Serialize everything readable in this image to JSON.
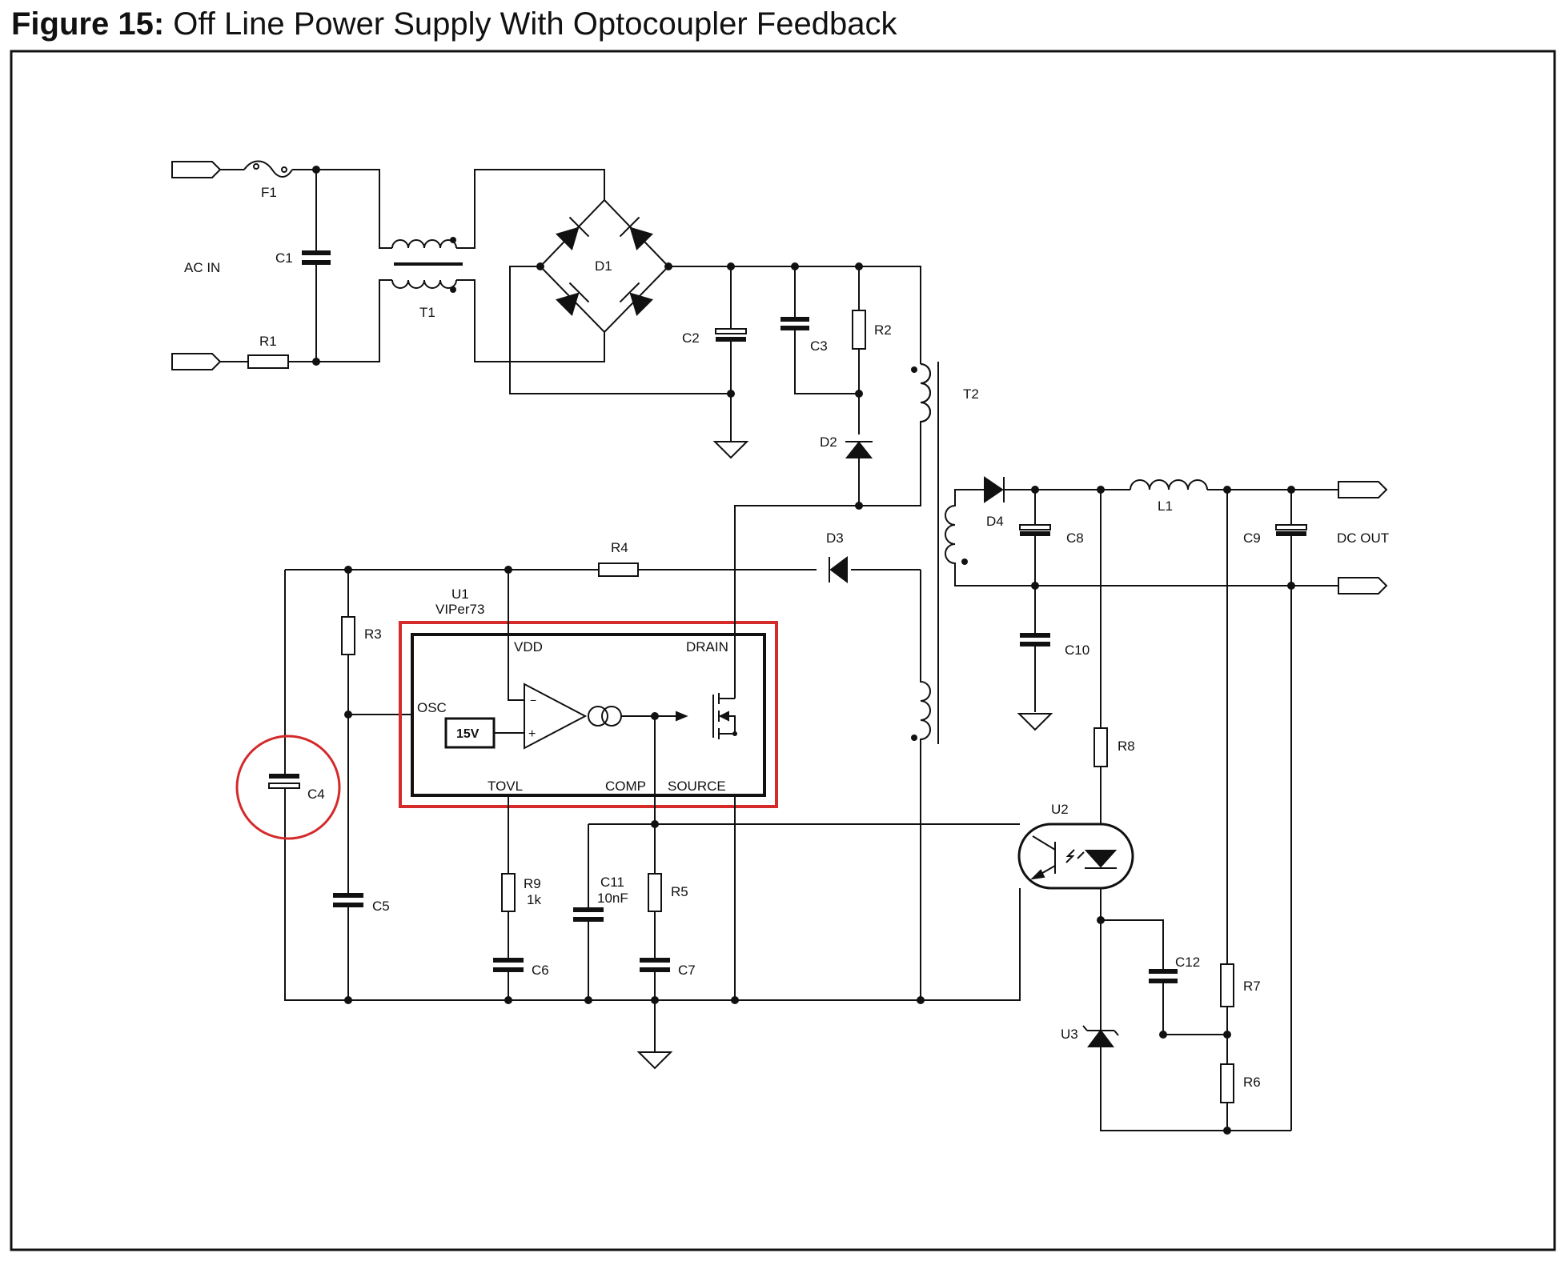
{
  "title": {
    "prefix": "Figure 15:",
    "text": "Off Line Power Supply With Optocoupler Feedback"
  },
  "ports": {
    "ac_in": "AC IN",
    "dc_out": "DC OUT"
  },
  "components": {
    "F1": "F1",
    "C1": "C1",
    "R1": "R1",
    "T1": "T1",
    "D1": "D1",
    "C2": "C2",
    "C3": "C3",
    "R2": "R2",
    "D2": "D2",
    "T2": "T2",
    "D4": "D4",
    "C8": "C8",
    "L1": "L1",
    "C9": "C9",
    "C10": "C10",
    "R4": "R4",
    "D3": "D3",
    "R3": "R3",
    "C4": "C4",
    "C5": "C5",
    "R9": "R9",
    "R9_value": "1k",
    "C6": "C6",
    "C11": "C11",
    "C11_value": "10nF",
    "R5": "R5",
    "C7": "C7",
    "R8": "R8",
    "U2": "U2",
    "C12": "C12",
    "R7": "R7",
    "U3": "U3",
    "R6": "R6"
  },
  "ic": {
    "ref": "U1",
    "part": "VIPer73",
    "pins": {
      "vdd": "VDD",
      "drain": "DRAIN",
      "osc": "OSC",
      "tovl": "TOVL",
      "comp": "COMP",
      "source": "SOURCE"
    },
    "reference_voltage": "15V",
    "opamp_minus": "−",
    "opamp_plus": "+"
  },
  "highlight_colors": {
    "annotation": "#d42a2a",
    "ink": "#111111"
  }
}
